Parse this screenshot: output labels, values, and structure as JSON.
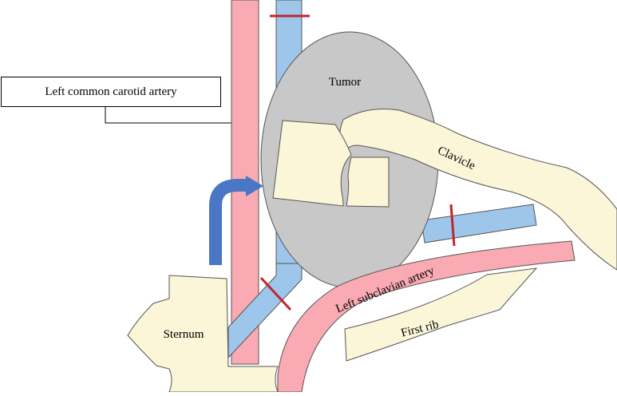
{
  "labels": {
    "carotid_callout": "Left common carotid artery",
    "tumor": "Tumor",
    "clavicle": "Clavicle",
    "sternum": "Sternum",
    "subclavian_artery": "Left subclavian artery",
    "first_rib": "First rib"
  },
  "colors": {
    "artery": "#f9aab3",
    "vein": "#9ec6ea",
    "bone": "#fbf6d8",
    "tumor": "#c8c8c8",
    "ligation_mark": "#c0262d",
    "flow_arrow": "#4a76c6",
    "outline": "#555555"
  }
}
